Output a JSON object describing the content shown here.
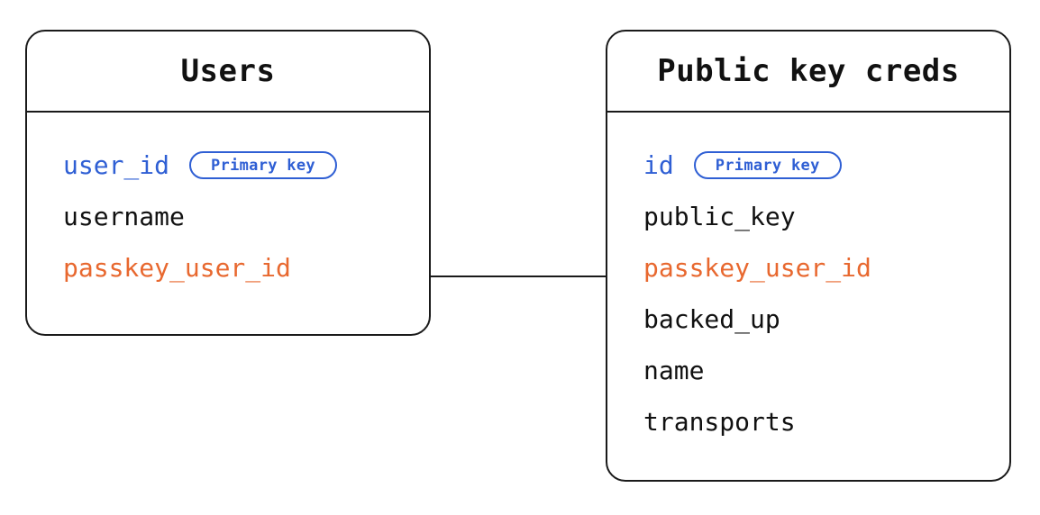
{
  "diagram": {
    "type": "entity-relationship-diagram",
    "background_color": "#ffffff",
    "colors": {
      "primary_key": "#2f5fd4",
      "foreign_key": "#e8682f",
      "text": "#111111",
      "border": "#1a1a1a"
    },
    "entities": [
      {
        "id": "users",
        "title": "Users",
        "fields": [
          {
            "name": "user_id",
            "role": "pk",
            "badge": "Primary key"
          },
          {
            "name": "username",
            "role": "plain",
            "badge": null
          },
          {
            "name": "passkey_user_id",
            "role": "fk",
            "badge": null
          }
        ]
      },
      {
        "id": "public_key_creds",
        "title": "Public key creds",
        "fields": [
          {
            "name": "id",
            "role": "pk",
            "badge": "Primary key"
          },
          {
            "name": "public_key",
            "role": "plain",
            "badge": null
          },
          {
            "name": "passkey_user_id",
            "role": "fk",
            "badge": null
          },
          {
            "name": "backed_up",
            "role": "plain",
            "badge": null
          },
          {
            "name": "name",
            "role": "plain",
            "badge": null
          },
          {
            "name": "transports",
            "role": "plain",
            "badge": null
          }
        ]
      }
    ],
    "relationships": [
      {
        "from_entity": "users",
        "from_field": "passkey_user_id",
        "to_entity": "public_key_creds",
        "to_field": "passkey_user_id",
        "style": "straight-line"
      }
    ]
  }
}
